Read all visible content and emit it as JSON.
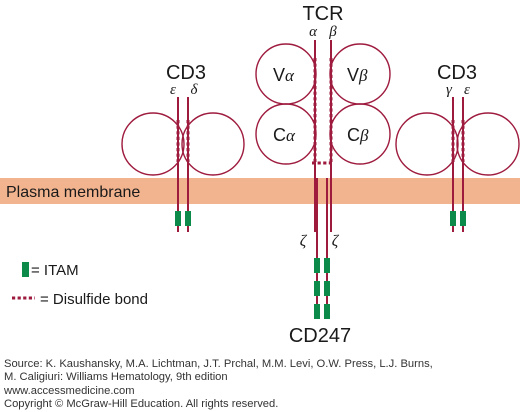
{
  "labels": {
    "tcr": "TCR",
    "tcr_alpha": "α",
    "tcr_beta": "β",
    "cd3_left": "CD3",
    "cd3_left_epsilon": "ε",
    "cd3_left_delta": "δ",
    "cd3_right": "CD3",
    "cd3_right_gamma": "γ",
    "cd3_right_epsilon": "ε",
    "v_alpha_main": "V",
    "v_alpha_sub": "α",
    "v_beta_main": "V",
    "v_beta_sub": "β",
    "c_alpha_main": "C",
    "c_alpha_sub": "α",
    "c_beta_main": "C",
    "c_beta_sub": "β",
    "plasma_membrane": "Plasma membrane",
    "zeta_left": "ζ",
    "zeta_right": "ζ",
    "cd247": "CD247"
  },
  "legend": {
    "itam": "= ITAM",
    "disulfide": "= Disulfide bond"
  },
  "source": {
    "line1": "Source: K. Kaushansky, M.A. Lichtman, J.T. Prchal, M.M. Levi, O.W. Press, L.J. Burns,",
    "line2": "M. Caligiuri: Williams Hematology, 9th edition",
    "line3": "www.accessmedicine.com",
    "line4": "Copyright © McGraw-Hill Education.  All rights reserved."
  },
  "colors": {
    "membrane": "#f2b48f",
    "protein": "#9e1b3e",
    "itam": "#0c8a4a"
  }
}
